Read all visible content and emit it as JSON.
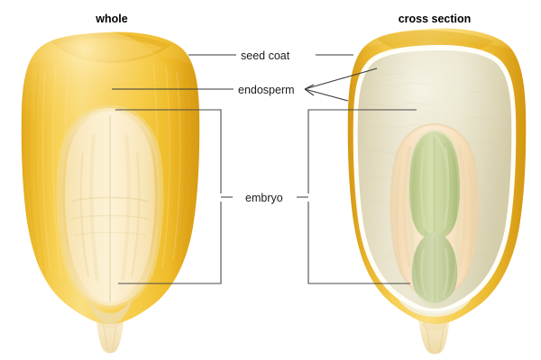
{
  "figure": {
    "title_left": "whole",
    "title_right": "cross section",
    "background": "#ffffff"
  },
  "labels": {
    "seed_coat": "seed coat",
    "endosperm": "endosperm",
    "embryo": "embryo"
  },
  "colors": {
    "seed_coat_gold": "#E8B429",
    "seed_coat_gold_dark": "#D79F19",
    "seed_coat_gold_light": "#F7D669",
    "kernel_body": "#EFBE35",
    "kernel_highlight": "#FBE08C",
    "embryo_pale": "#F5DC9E",
    "embryo_pale_light": "#FBEFC9",
    "endosperm_cream": "#E8E6D2",
    "endosperm_cream_light": "#F2F0E2",
    "scutellum_peach": "#F7DDB8",
    "shoot_green": "#C5D49A",
    "shoot_green_dark": "#AFC082",
    "tip_cap": "#F6E4BE",
    "leader_line": "#3a3a3a",
    "bracket_line": "#4a4a4a",
    "text": "#1a1a1a"
  },
  "diagram": {
    "type": "botanical-illustration",
    "subject": "corn (maize) kernel anatomy",
    "views": [
      {
        "name": "whole",
        "side": "left",
        "parts_visible": [
          "seed coat",
          "endosperm",
          "embryo",
          "tip cap"
        ]
      },
      {
        "name": "cross section",
        "side": "right",
        "parts_visible": [
          "seed coat",
          "endosperm",
          "embryo",
          "scutellum",
          "shoot",
          "tip cap"
        ]
      }
    ],
    "callouts": [
      {
        "label": "seed coat",
        "targets": [
          "whole",
          "cross section"
        ],
        "style": "double-ended line"
      },
      {
        "label": "endosperm",
        "targets": [
          "whole",
          "cross section"
        ],
        "style": "line left, forked arrow right"
      },
      {
        "label": "embryo",
        "targets": [
          "whole",
          "cross section"
        ],
        "style": "double bracket"
      }
    ]
  }
}
